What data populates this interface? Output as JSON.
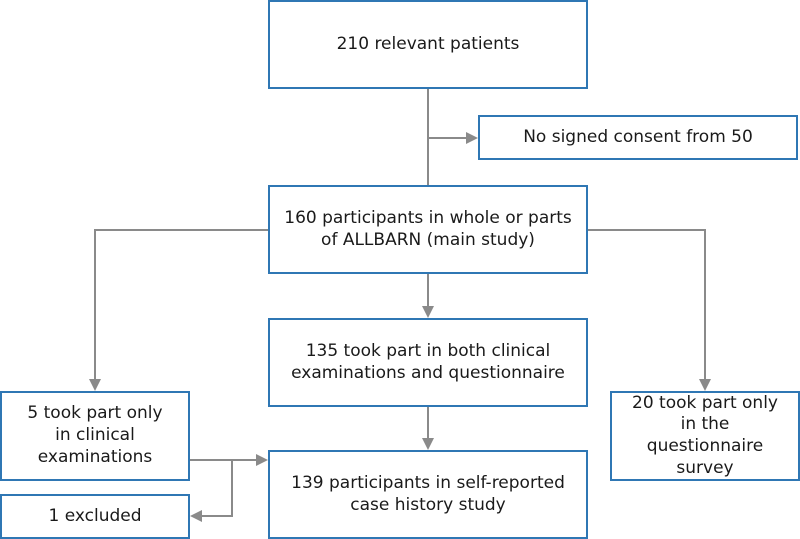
{
  "colors": {
    "box_border": "#2f77b4",
    "connector": "#8a8a8a"
  },
  "flowchart": {
    "total_patients": "210 relevant patients",
    "no_consent": "No signed consent from 50",
    "main_study": "160 participants in whole or parts\nof ALLBARN (main study)",
    "both_parts": "135 took part in both clinical\nexaminations and questionnaire",
    "clinical_only": "5 took part only\nin clinical\nexaminations",
    "questionnaire_only": "20 took part only\nin the questionnaire\nsurvey",
    "case_history": "139 participants in self-reported\ncase history study",
    "excluded": "1 excluded"
  }
}
